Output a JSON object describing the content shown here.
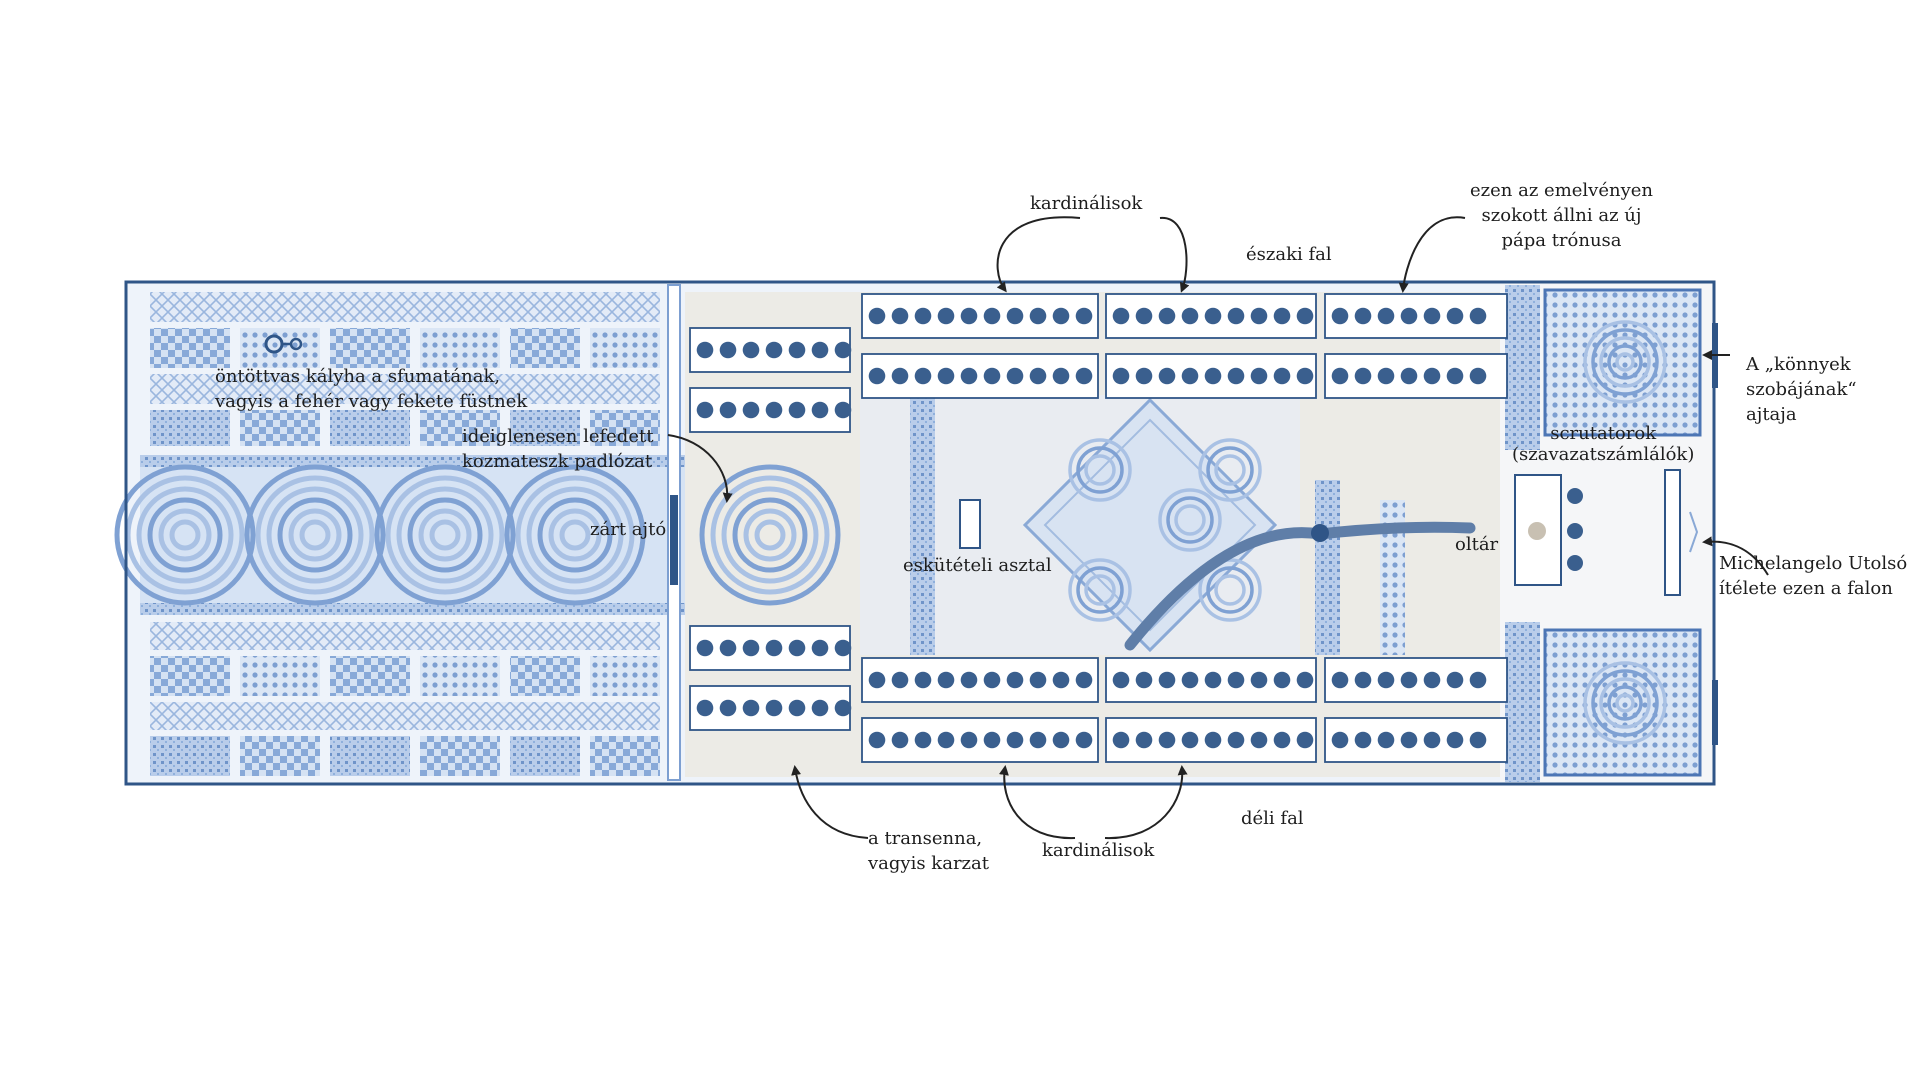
{
  "colors": {
    "frame": "#2f5587",
    "tile_light": "#c9d9ef",
    "tile_mid": "#8fb0dc",
    "tile_dark": "#6c93c9",
    "stone": "#ecebe6",
    "seat": "#3a5f8e",
    "arc": "#5f7ea8",
    "arrow": "#222222",
    "text": "#1d1d1d"
  },
  "labels": {
    "cardinals_top": "kardinálisok",
    "north_wall": "északi fal",
    "throne_dais": [
      "ezen az emelvényen",
      "szokott állni az új",
      "pápa trónusa"
    ],
    "stove": [
      "öntöttvas kályha a sfumatának,",
      "vagyis a fehér vagy fekete füstnek"
    ],
    "floor": [
      "ideiglenesen lefedett",
      "kozmateszk padlózat"
    ],
    "closed_door": "zárt ajtó",
    "oath_table": "eskütételi asztal",
    "altar": "oltár",
    "scrutators": [
      "scrutatorok",
      "(szavazatszámlálók)"
    ],
    "tears_room": [
      "A „könnyek",
      "szobájának“",
      "ajtaja"
    ],
    "last_judgment": [
      "Michelangelo Utolsó",
      "ítélete ezen a falon"
    ],
    "transenna": [
      "a transenna,",
      "vagyis karzat"
    ],
    "cardinals_bottom": "kardinálisok",
    "south_wall": "déli fal"
  },
  "icons": [
    "stove-icon",
    "arrow-icon",
    "seat-icon",
    "altar-icon",
    "door-icon"
  ],
  "seating": {
    "row_counts_left": [
      7,
      7,
      7,
      7
    ],
    "row_counts_top": [
      [
        10,
        9,
        7
      ],
      [
        10,
        9,
        7
      ]
    ],
    "row_counts_bottom": [
      [
        10,
        9,
        7
      ],
      [
        10,
        9,
        7
      ]
    ],
    "scrutator_seats": 3
  }
}
